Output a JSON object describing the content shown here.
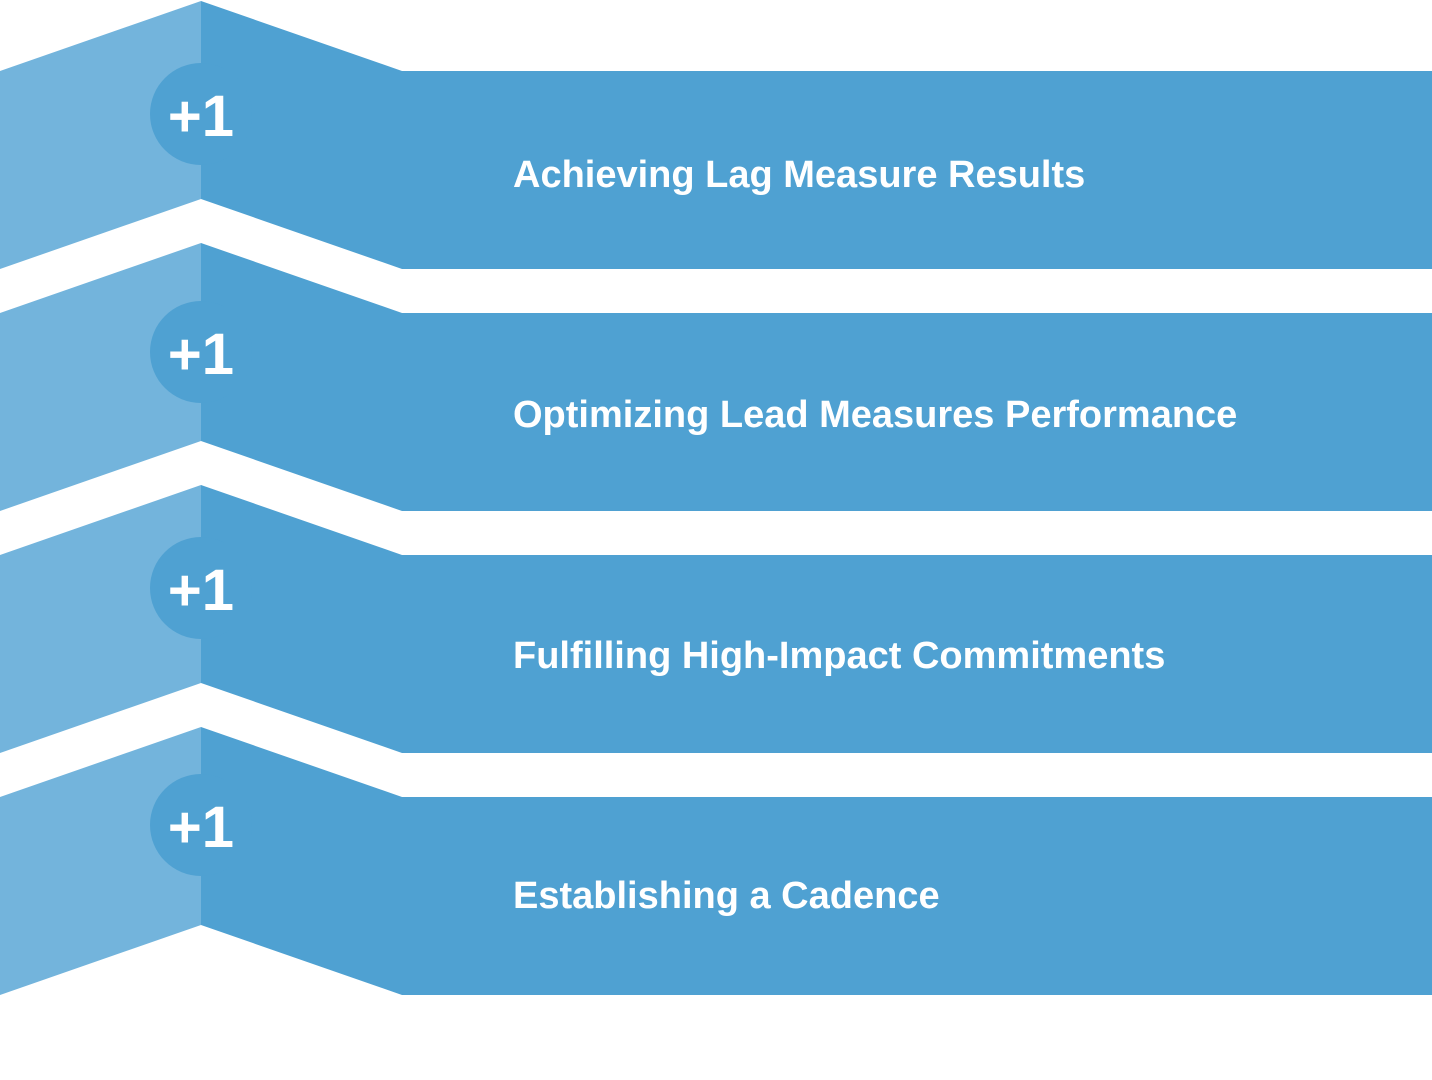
{
  "colors": {
    "band_dark": "#4fa1d2",
    "band_light": "#73b4dc",
    "text": "#ffffff",
    "background": "#ffffff"
  },
  "steps": [
    {
      "badge": "+1",
      "label": "Achieving Lag Measure Results"
    },
    {
      "badge": "+1",
      "label": "Optimizing Lead Measures Performance"
    },
    {
      "badge": "+1",
      "label": "Fulfilling High-Impact Commitments"
    },
    {
      "badge": "+1",
      "label": "Establishing a Cadence"
    }
  ]
}
